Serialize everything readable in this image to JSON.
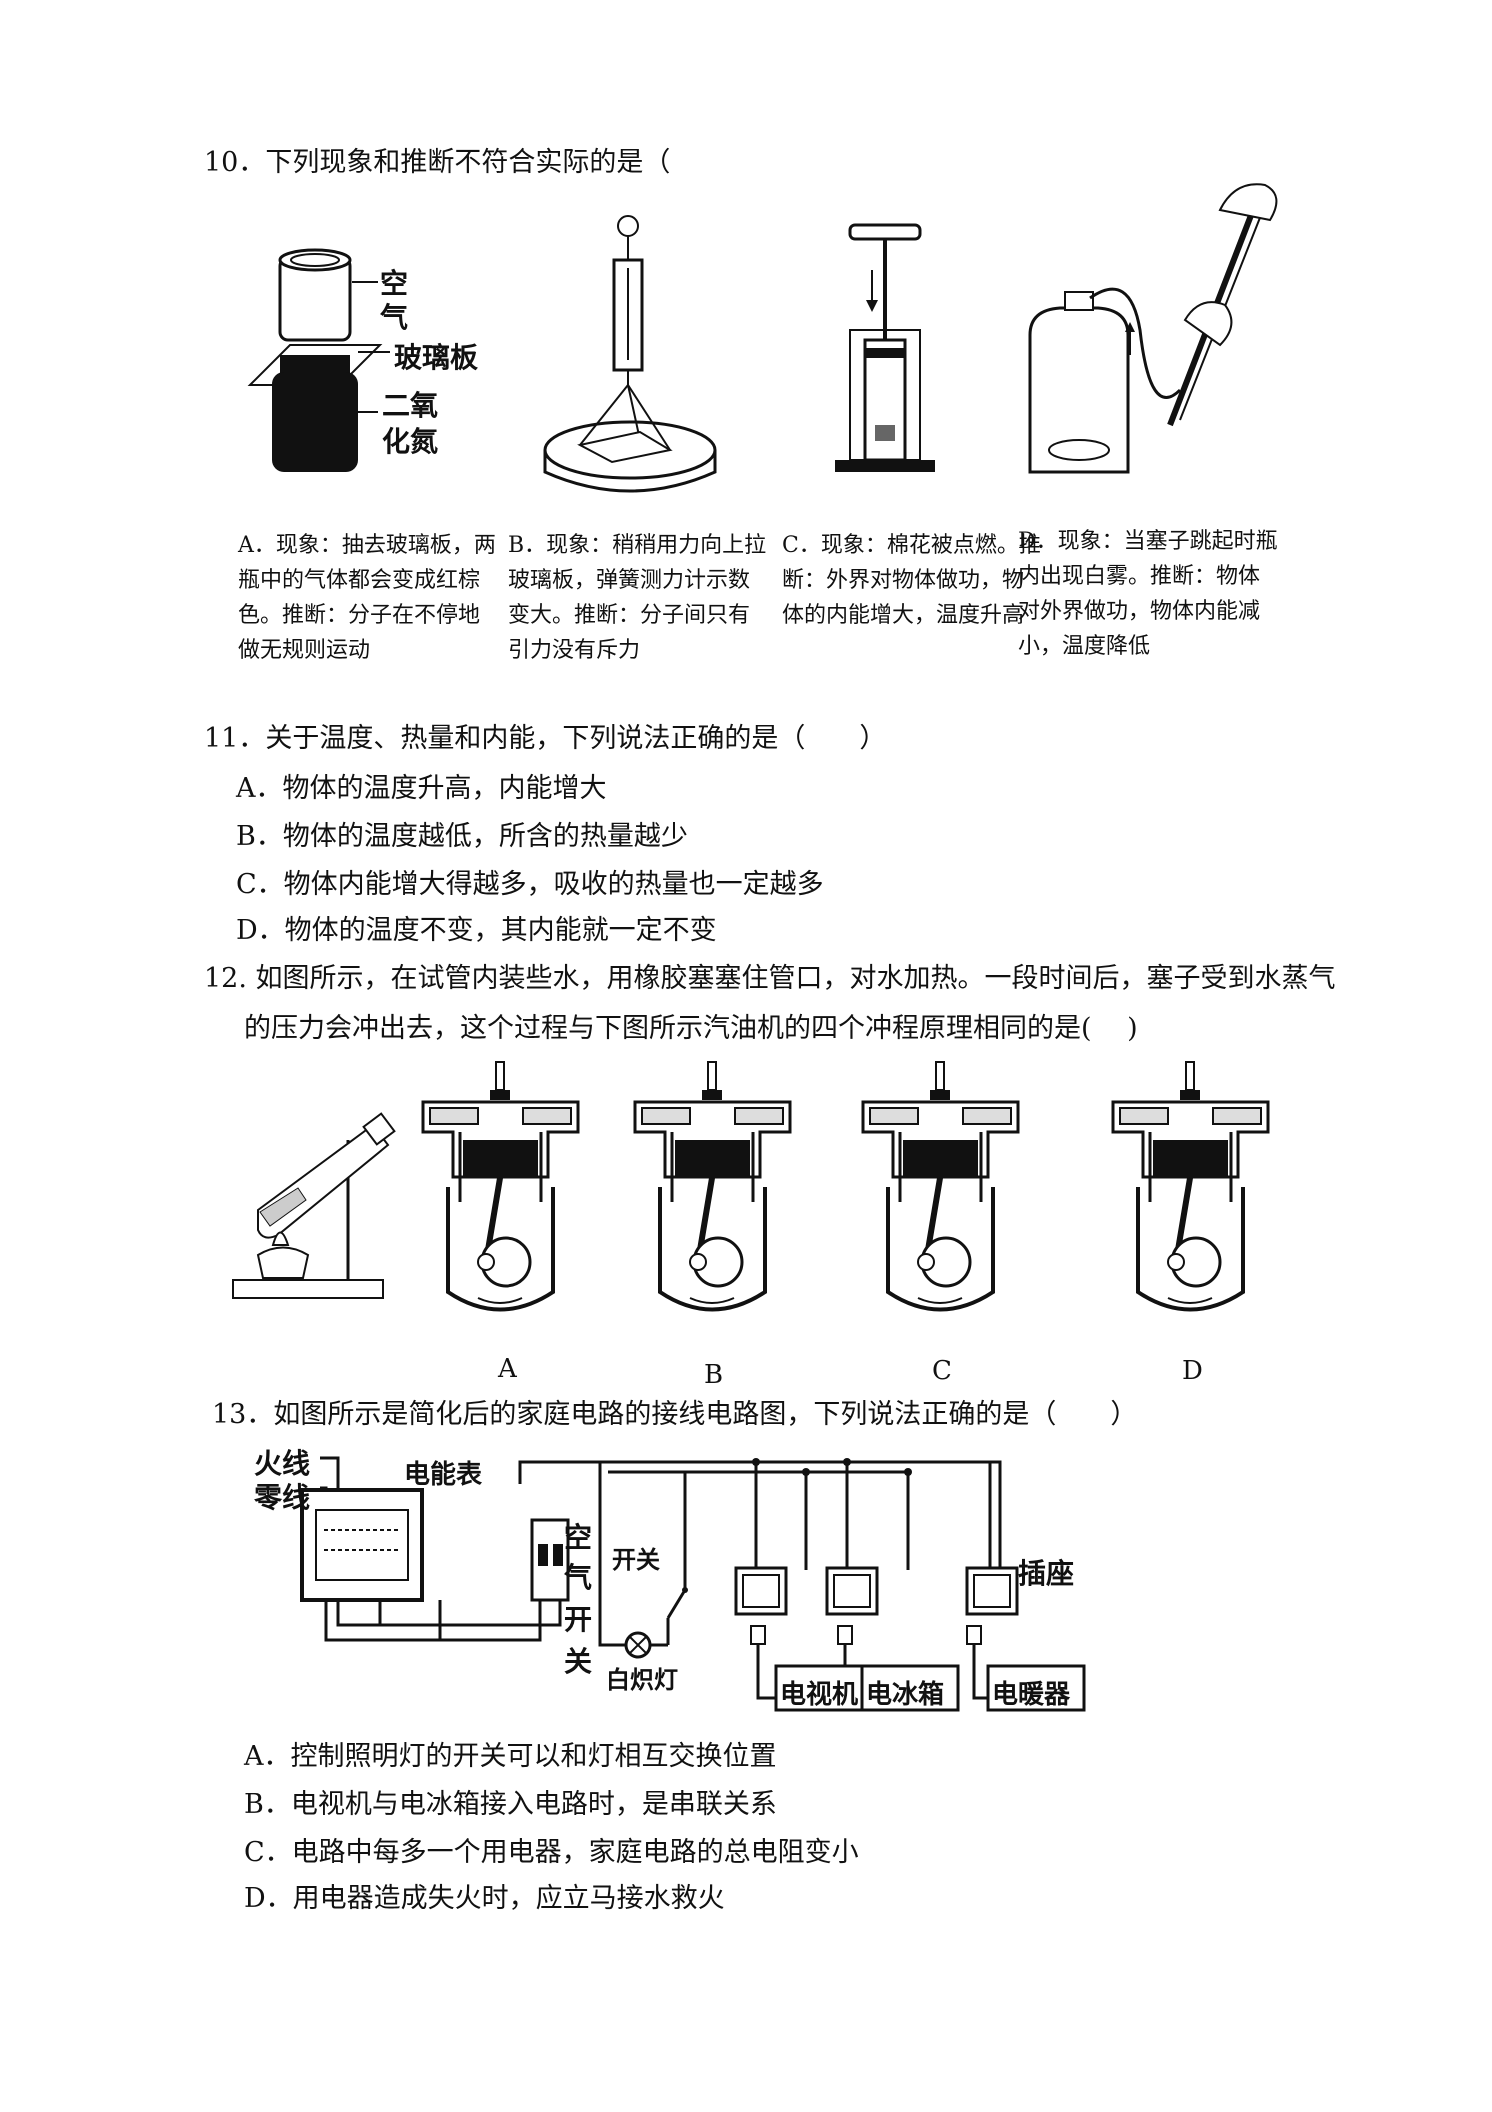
{
  "q10": {
    "stem": "10．下列现象和推断不符合实际的是（",
    "fig_a_labels": [
      "空",
      "气",
      "玻璃板",
      "二氧",
      "化氮"
    ],
    "options": [
      "A．现象：抽去玻璃板，两瓶中的气体都会变成红棕色。推断：分子在不停地做无规则运动",
      "B．现象：稍稍用力向上拉玻璃板，弹簧测力计示数变大。推断：分子间只有引力没有斥力",
      "C．现象：棉花被点燃。推断：外界对物体做功，物体的内能增大，温度升高",
      "D．现象：当塞子跳起时瓶内出现白雾。推断：物体对外界做功，物体内能减小，温度降低"
    ]
  },
  "q11": {
    "stem": "11．关于温度、热量和内能，下列说法正确的是（　　）",
    "options": [
      "A．物体的温度升高，内能增大",
      "B．物体的温度越低，所含的热量越少",
      "C．物体内能增大得越多，吸收的热量也一定越多",
      "D．物体的温度不变，其内能就一定不变"
    ]
  },
  "q12": {
    "stem_line1": "12. 如图所示，在试管内装些水，用橡胶塞塞住管口，对水加热。一段时间后，塞子受到水蒸气",
    "stem_line2": "的压力会冲出去，这个过程与下图所示汽油机的四个冲程原理相同的是(　 )",
    "engine_labels": [
      "A",
      "B",
      "C",
      "D"
    ]
  },
  "q13": {
    "stem": "13．如图所示是简化后的家庭电路的接线电路图，下列说法正确的是（　　）",
    "circuit_labels": {
      "live": "火线",
      "neutral": "零线",
      "meter": "电能表",
      "breaker": [
        "空",
        "气",
        "开",
        "关"
      ],
      "switch": "开关",
      "lamp": "白炽灯",
      "socket": "插座",
      "tv": "电视机",
      "fridge": "电冰箱",
      "heater": "电暖器"
    },
    "options": [
      "A．控制照明灯的开关可以和灯相互交换位置",
      "B．电视机与电冰箱接入电路时，是串联关系",
      "C．电路中每多一个用电器，家庭电路的总电阻变小",
      "D．用电器造成失火时，应立马接水救火"
    ]
  }
}
